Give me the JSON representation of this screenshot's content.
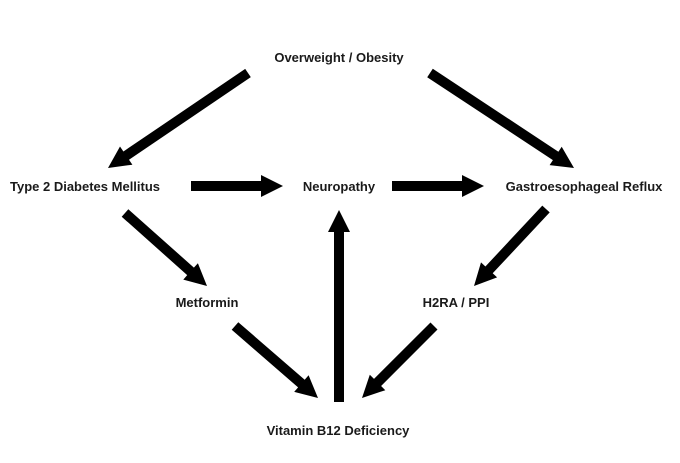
{
  "diagram": {
    "nodes": {
      "obesity": "Overweight / Obesity",
      "diabetes": "Type 2 Diabetes Mellitus",
      "neuropathy": "Neuropathy",
      "gerd": "Gastroesophageal Reflux",
      "metformin": "Metformin",
      "h2ra_ppi": "H2RA / PPI",
      "b12": "Vitamin B12 Deficiency"
    },
    "edges": [
      {
        "from": "Overweight / Obesity",
        "to": "Type 2 Diabetes Mellitus"
      },
      {
        "from": "Overweight / Obesity",
        "to": "Gastroesophageal Reflux"
      },
      {
        "from": "Type 2 Diabetes Mellitus",
        "to": "Neuropathy"
      },
      {
        "from": "Neuropathy",
        "to": "Gastroesophageal Reflux"
      },
      {
        "from": "Type 2 Diabetes Mellitus",
        "to": "Metformin"
      },
      {
        "from": "Gastroesophageal Reflux",
        "to": "H2RA / PPI"
      },
      {
        "from": "Metformin",
        "to": "Vitamin B12 Deficiency"
      },
      {
        "from": "H2RA / PPI",
        "to": "Vitamin B12 Deficiency"
      },
      {
        "from": "Vitamin B12 Deficiency",
        "to": "Neuropathy"
      }
    ],
    "arrow_color": "#000000",
    "label_color": "#1a1a1a"
  }
}
